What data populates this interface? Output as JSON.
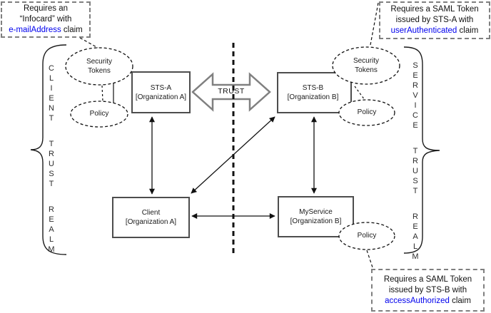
{
  "diagram_title": "Federated trust realms diagram",
  "colors": {
    "claim_highlight": "#0000ee",
    "box_border": "#4d4d4d",
    "trust_arrow_border": "#808080",
    "callout_border": "#7f7f7f",
    "line_color": "#111111"
  },
  "realms": {
    "left": {
      "label": "CLIENT TRUST REALM"
    },
    "right": {
      "label": "SERVICE TRUST REALM"
    }
  },
  "callouts": {
    "infocard": {
      "line1": "Requires an",
      "line2": "“Infocard” with",
      "highlight": "e-mailAddress",
      "suffix": " claim"
    },
    "sts_a_token": {
      "line1": "Requires a SAML Token",
      "line2": "issued by STS-A with",
      "highlight": "userAuthenticated",
      "suffix": " claim"
    },
    "sts_b_token": {
      "line1": "Requires a SAML Token",
      "line2": "issued by STS-B with",
      "highlight": "accessAuthorized",
      "suffix": " claim"
    }
  },
  "nodes": {
    "sts_a": {
      "name": "STS-A",
      "org": "[Organization A]"
    },
    "sts_b": {
      "name": "STS-B",
      "org": "[Organization B]"
    },
    "client": {
      "name": "Client",
      "org": "[Organization A]"
    },
    "myservice": {
      "name": "MyService",
      "org": "[Organization B]"
    }
  },
  "ellipses": {
    "tokens_left": {
      "line1": "Security",
      "line2": "Tokens"
    },
    "tokens_right": {
      "line1": "Security",
      "line2": "Tokens"
    },
    "policy_left": {
      "label": "Policy"
    },
    "policy_right": {
      "label": "Policy"
    },
    "policy_service": {
      "label": "Policy"
    }
  },
  "trust_arrow": {
    "label": "TRUST"
  }
}
